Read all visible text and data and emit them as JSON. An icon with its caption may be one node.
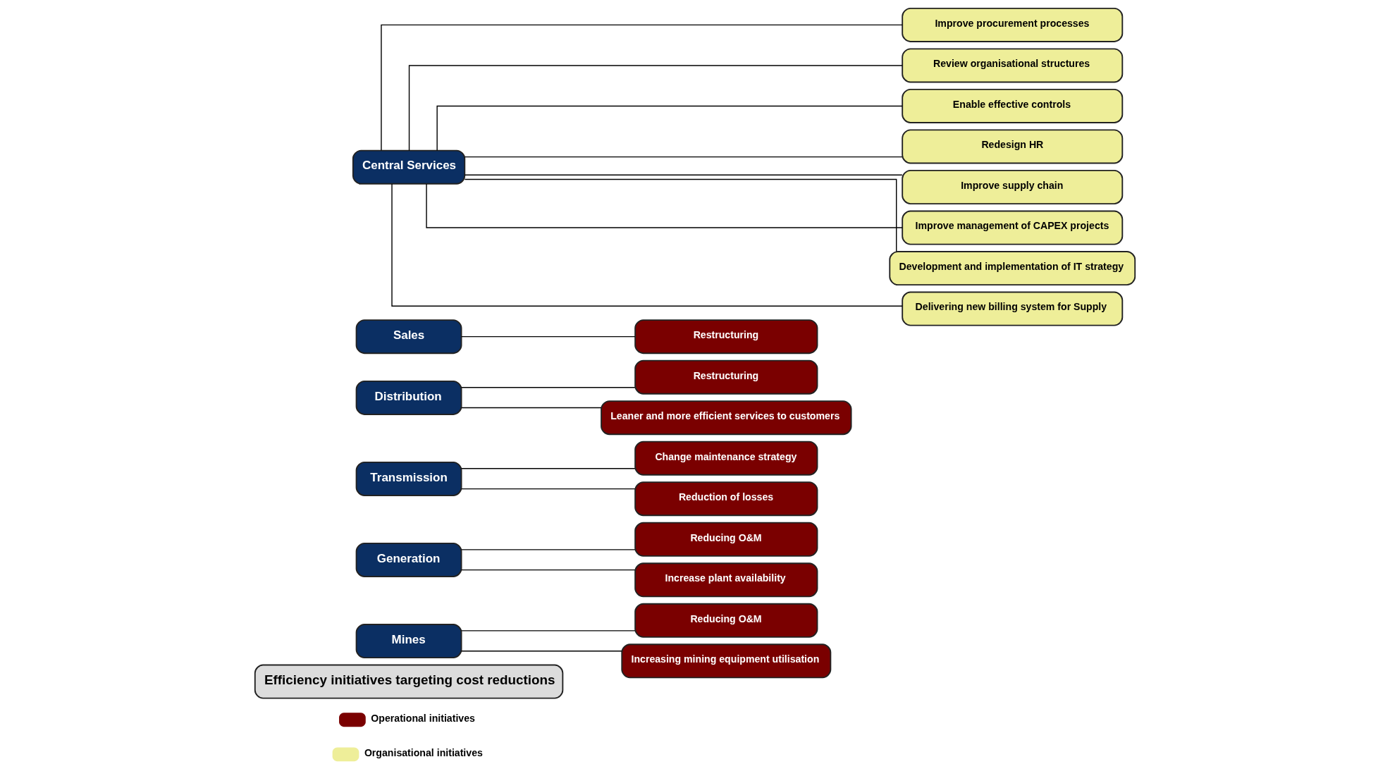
{
  "diagram": {
    "nodes": [
      {
        "text": [
          "Efficiency initiatives targeting cost reductions"
        ]
      },
      {
        "text": [
          "Mines"
        ]
      },
      {
        "text": [
          "Reducing O&M"
        ]
      },
      {
        "text": [
          "Increasing mining equipment utilisation"
        ]
      },
      {
        "text": [
          "Generation"
        ]
      },
      {
        "text": [
          "Reducing O&M"
        ]
      },
      {
        "text": [
          "Increase plant availability"
        ]
      },
      {
        "text": [
          "Transmission"
        ]
      },
      {
        "text": [
          "Change maintenance strategy"
        ]
      },
      {
        "text": [
          "Reduction of losses"
        ]
      },
      {
        "text": [
          "Distribution"
        ]
      },
      {
        "text": [
          "Restructuring"
        ]
      },
      {
        "text": [
          "Leaner and more efficient services to customers"
        ]
      },
      {
        "text": [
          "Sales"
        ]
      },
      {
        "text": [
          "Restructuring"
        ]
      },
      {
        "text": [
          "Central Services"
        ]
      },
      {
        "text": [
          "Improve procurement processes"
        ]
      },
      {
        "text": [
          "Review organisational structures"
        ]
      },
      {
        "text": [
          "Enable effective controls"
        ]
      },
      {
        "text": [
          "Redesign HR"
        ]
      },
      {
        "text": [
          "Improve supply chain"
        ]
      },
      {
        "text": [
          "Improve management of CAPEX projects"
        ]
      },
      {
        "text": [
          "Development and implementation of IT strategy"
        ]
      },
      {
        "text": [
          "Delivering new billing system for Supply"
        ]
      }
    ],
    "edges": [
      {
        "from": 1,
        "to": 2,
        "arrow": "none"
      },
      {
        "from": 1,
        "to": 3,
        "arrow": "none"
      },
      {
        "from": 4,
        "to": 5,
        "arrow": "none"
      },
      {
        "from": 4,
        "to": 6,
        "arrow": "none"
      },
      {
        "from": 7,
        "to": 8,
        "arrow": "none"
      },
      {
        "from": 7,
        "to": 9,
        "arrow": "none"
      },
      {
        "from": 10,
        "to": 11,
        "arrow": "none"
      },
      {
        "from": 10,
        "to": 12,
        "arrow": "none"
      },
      {
        "from": 13,
        "to": 14,
        "arrow": "none"
      },
      {
        "from": 15,
        "to": 16,
        "arrow": "none"
      },
      {
        "from": 15,
        "to": 17,
        "arrow": "none"
      },
      {
        "from": 15,
        "to": 18,
        "arrow": "none"
      },
      {
        "from": 15,
        "to": 19,
        "arrow": "none"
      },
      {
        "from": 15,
        "to": 20,
        "arrow": "none"
      },
      {
        "from": 15,
        "to": 21,
        "arrow": "none"
      },
      {
        "from": 15,
        "to": 22,
        "arrow": "none"
      },
      {
        "from": 15,
        "to": 23,
        "arrow": "none"
      }
    ],
    "legend": [
      {
        "text": "Operational initiatives",
        "color": "#7a0000"
      },
      {
        "text": "Organisational initiatives",
        "color": "#eeee99"
      }
    ]
  }
}
